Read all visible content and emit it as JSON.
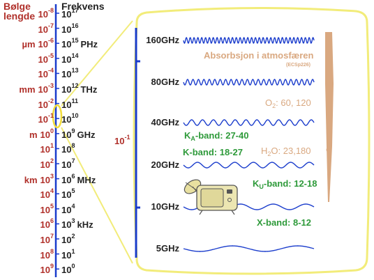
{
  "header": {
    "wavelength_line1": "Bølge",
    "wavelength_line2": "lengde",
    "frequency": "Frekvens"
  },
  "scale": {
    "wavelength_exponents": [
      "-8",
      "-7",
      "-6",
      "-5",
      "-4",
      "-3",
      "-2",
      "-1",
      "0",
      "1",
      "2",
      "3",
      "4",
      "5",
      "6",
      "7",
      "8",
      "9"
    ],
    "frequency_exponents": [
      "17",
      "16",
      "15",
      "14",
      "13",
      "12",
      "11",
      "10",
      "9",
      "8",
      "7",
      "6",
      "5",
      "4",
      "3",
      "2",
      "1",
      "0"
    ],
    "wavelength_units": [
      "",
      "",
      "µm",
      "",
      "",
      "mm",
      "",
      "",
      "m",
      "",
      "",
      "km",
      "",
      "",
      "",
      "",
      "",
      ""
    ],
    "frequency_units": [
      "",
      "",
      "PHz",
      "",
      "",
      "THz",
      "",
      "",
      "GHz",
      "",
      "",
      "MHz",
      "",
      "",
      "kHz",
      "",
      "",
      ""
    ],
    "base": "10"
  },
  "zoom": {
    "label_base": "10",
    "label_exp": "-1"
  },
  "bands": [
    {
      "freq": "160GHz",
      "cycles": 34
    },
    {
      "freq": "80GHz",
      "cycles": 24
    },
    {
      "freq": "40GHz",
      "cycles": 12
    },
    {
      "freq": "20GHz",
      "cycles": 7
    },
    {
      "freq": "10GHz",
      "cycles": 4
    },
    {
      "freq": "5GHz",
      "cycles": 2
    }
  ],
  "annotations": {
    "absorption": "Absorbsjon i atmosfæren",
    "absorption_ref": "(ECSp226)",
    "o2_main": "O",
    "o2_sub": "2",
    "o2_values": ": 60, 120",
    "h2o_main": "H",
    "h2o_sub": "2",
    "h2o_rest": "O: 23,180",
    "ka_main": "K",
    "ka_sub": "A",
    "ka_rest": "-band: 27-40",
    "k_band": "K-band: 18-27",
    "ku_main": "K",
    "ku_sub": "U",
    "ku_rest": "-band: 12-18",
    "x_band": "X-band: 8-12"
  },
  "colors": {
    "wavelength": "#b0302a",
    "frequency": "#222222",
    "axis": "#1a3ccc",
    "wave": "#1a3ccc",
    "frame": "#f2ec7a",
    "band": "#2e9a3a",
    "absorption": "#d9a880",
    "dish": "#e8e0a0"
  }
}
